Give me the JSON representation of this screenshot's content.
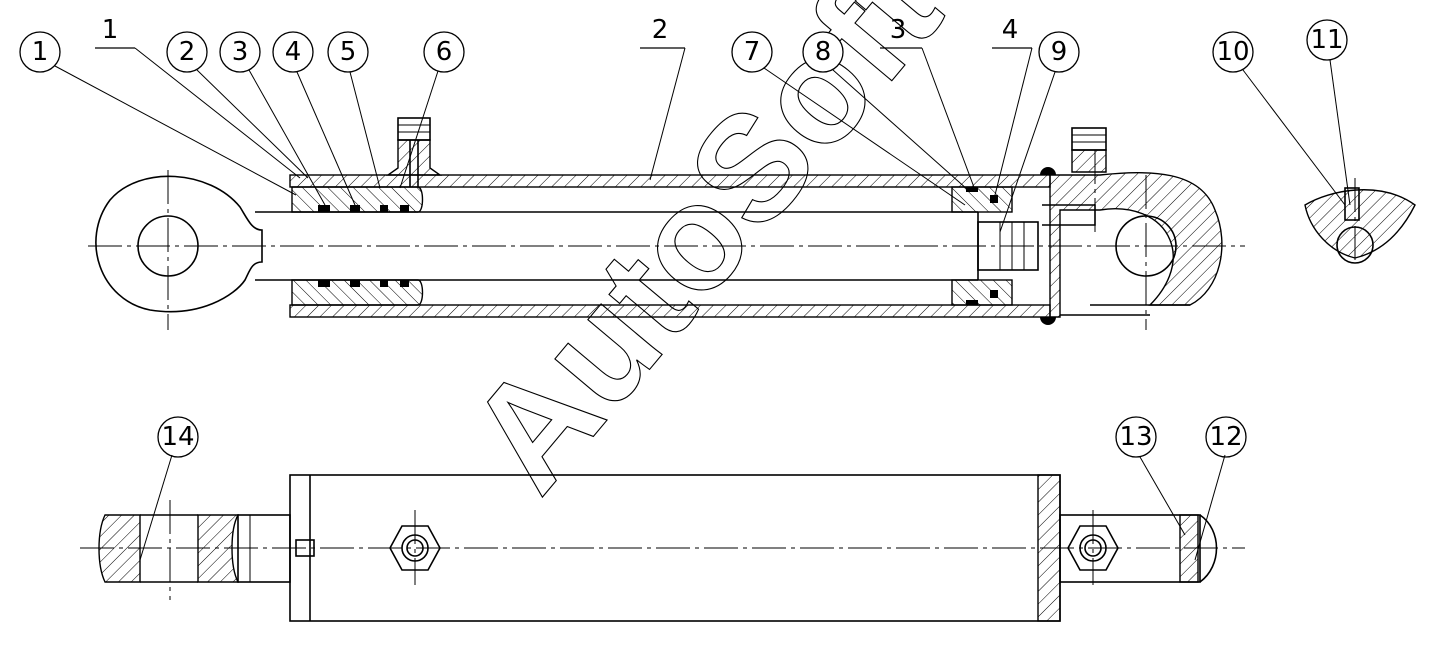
{
  "balloons": [
    {
      "id": "b1",
      "label": "1"
    },
    {
      "id": "b2",
      "label": "2"
    },
    {
      "id": "b3",
      "label": "3"
    },
    {
      "id": "b4",
      "label": "4"
    },
    {
      "id": "b5",
      "label": "5"
    },
    {
      "id": "b6",
      "label": "6"
    },
    {
      "id": "b7",
      "label": "7"
    },
    {
      "id": "b8",
      "label": "8"
    },
    {
      "id": "b9",
      "label": "9"
    },
    {
      "id": "b10",
      "label": "10"
    },
    {
      "id": "b11",
      "label": "11"
    },
    {
      "id": "b12",
      "label": "12"
    },
    {
      "id": "b13",
      "label": "13"
    },
    {
      "id": "b14",
      "label": "14"
    }
  ],
  "plain_refs": [
    {
      "id": "r1",
      "label": "1"
    },
    {
      "id": "r2",
      "label": "2"
    },
    {
      "id": "r3",
      "label": "3"
    },
    {
      "id": "r4",
      "label": "4"
    }
  ],
  "watermark": "AutoSoft",
  "colors": {
    "ink": "#000000",
    "paper": "#ffffff"
  }
}
